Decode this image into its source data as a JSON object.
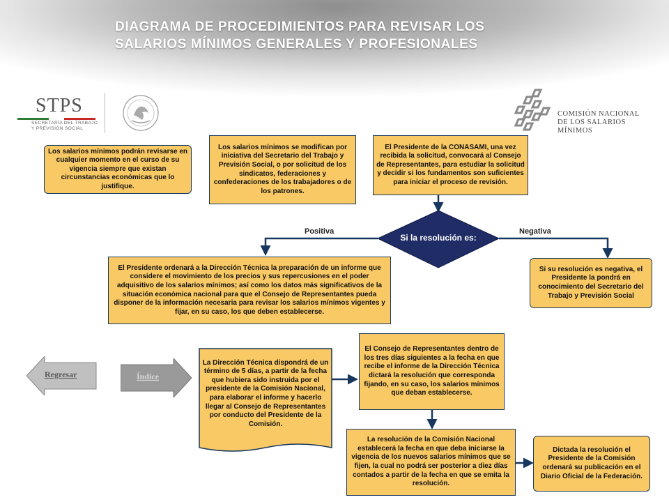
{
  "header": {
    "title_line1": "DIAGRAMA DE PROCEDIMIENTOS PARA REVISAR LOS",
    "title_line2": "SALARIOS MÍNIMOS GENERALES Y PROFESIONALES"
  },
  "logos": {
    "stps_name": "STPS",
    "stps_sub_line1": "SECRETARÍA DEL TRABAJO",
    "stps_sub_line2": "Y PREVISIÓN SOCIAL",
    "cnsm_line1": "COMISIÓN NACIONAL",
    "cnsm_line2": "DE LOS SALARIOS MÍNIMOS"
  },
  "nodes": {
    "n1": "Los salarios mínimos podrán revisarse en cualquier momento en el  curso de su vigencia siempre que existan circunstancias económicas que lo justifique.",
    "n2": "Los salarios mínimos se modifican por iniciativa del Secretario del Trabajo y Previsión Social, o por solicitud de los sindicatos, federaciones y confederaciones de los trabajadores o de los patrones.",
    "n3": "El Presidente de la CONASAMI, una vez recibida la solicitud, convocará al Consejo de Representantes, para estudiar la solicitud y decidir si los fundamentos son suficientes para iniciar el proceso de revisión.",
    "decision": "Si la resolución es:",
    "n4": "El Presidente ordenará a la Dirección Técnica la preparación de un informe que considere el movimiento de los precios y sus repercusiones en el poder adquisitivo de los salarios mínimos; así como los datos más significativos de la situación económica nacional para que el Consejo de Representantes pueda disponer de la información necesaria para revisar los salarios mínimos vigentes y fijar, en su caso, los que deben establecerse.",
    "n5": "Si su resolución es negativa, el Presidente la pondrá en conocimiento del Secretario del Trabajo y Previsión Social",
    "n6": "La Dirección Técnica dispondrá de un término de 5 días, a partir de la fecha que hubiera sido instruida por el presidente de la Comisión Nacional, para elaborar el informe y hacerlo llegar al Consejo de Representantes por conducto del Presidente de la Comisión.",
    "n7": "El Consejo de Representantes dentro de los tres días siguientes a la fecha en que recibe el informe de la Dirección Técnica dictará la resolución que corresponda fijando, en su caso, los salarios mínimos que deban establecerse.",
    "n8": "La resolución de la Comisión Nacional establecerá la fecha  en que deba iniciarse la vigencia de los nuevos salarios mínimos que se fijen, la cual no podrá ser posterior a diez días contados a partir de la fecha  en que se emita la resolución.",
    "n9": "Dictada la resolución el Presidente de la Comisión ordenará su publicación en el Diario Oficial de la Federación."
  },
  "edges": {
    "positiva": "Positiva",
    "negativa": "Negativa"
  },
  "nav": {
    "back": "Regresar",
    "index": "Índice"
  },
  "colors": {
    "box_fill": "#f9c965",
    "box_border": "#17375e",
    "decision_fill": "#1f2c66",
    "connector": "#17375e"
  }
}
